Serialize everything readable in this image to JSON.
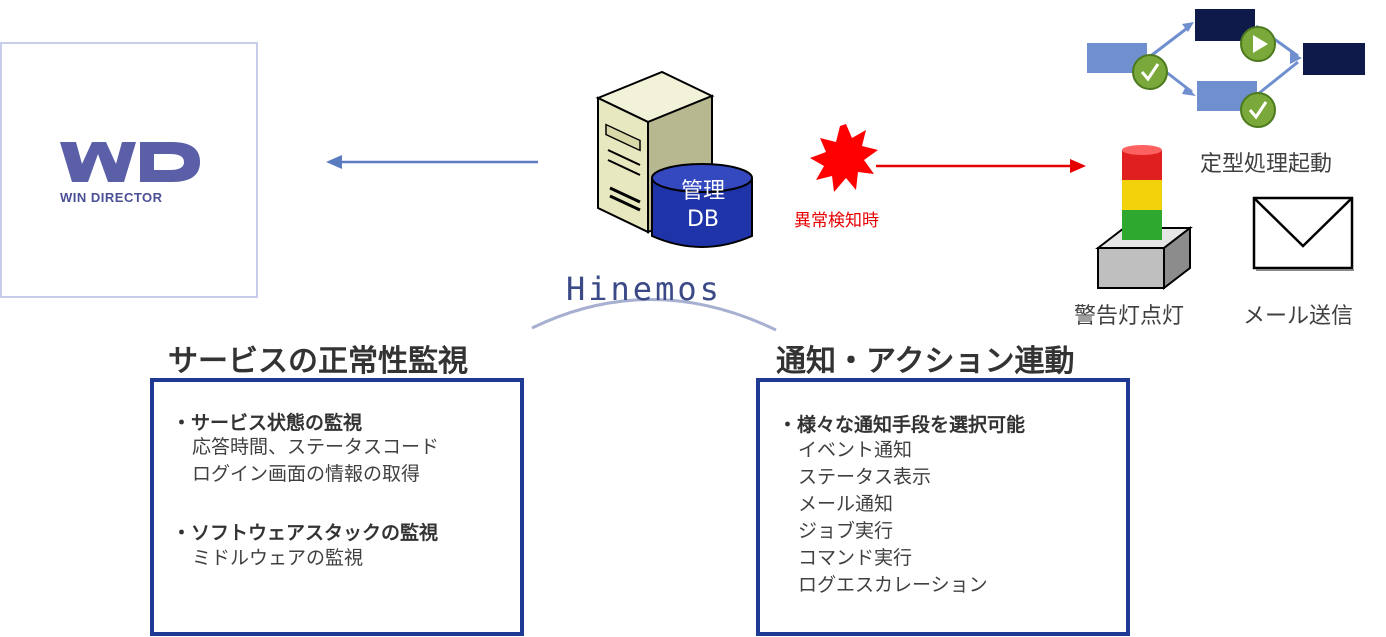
{
  "logo": {
    "text": "WIN DIRECTOR"
  },
  "server": {
    "db_line1": "管理",
    "db_line2": "DB"
  },
  "brand": {
    "name": "Hinemos"
  },
  "notification": {
    "trigger_label": "異常検知時"
  },
  "actions": {
    "job_start": "定型処理起動",
    "signal_light": "警告灯点灯",
    "mail_send": "メール送信"
  },
  "left_section": {
    "title": "サービスの正常性監視",
    "groups": [
      {
        "heading": "・サービス状態の監視",
        "items": [
          "応答時間、ステータスコード",
          "ログイン画面の情報の取得"
        ]
      },
      {
        "heading": "・ソフトウェアスタックの監視",
        "items": [
          "ミドルウェアの監視"
        ]
      }
    ]
  },
  "right_section": {
    "title": "通知・アクション連動",
    "groups": [
      {
        "heading": "・様々な通知手段を選択可能",
        "items": [
          "イベント通知",
          "ステータス表示",
          "メール通知",
          "ジョブ実行",
          "コマンド実行",
          "ログエスカレーション"
        ]
      }
    ]
  },
  "colors": {
    "panel_border": "#1f3a93",
    "arrow_blue": "#5a7bbf",
    "arrow_red": "#e60000",
    "job_box_dark": "#0d1a4a",
    "job_box_light": "#6f8fcf",
    "check_green": "#7aa83a"
  }
}
